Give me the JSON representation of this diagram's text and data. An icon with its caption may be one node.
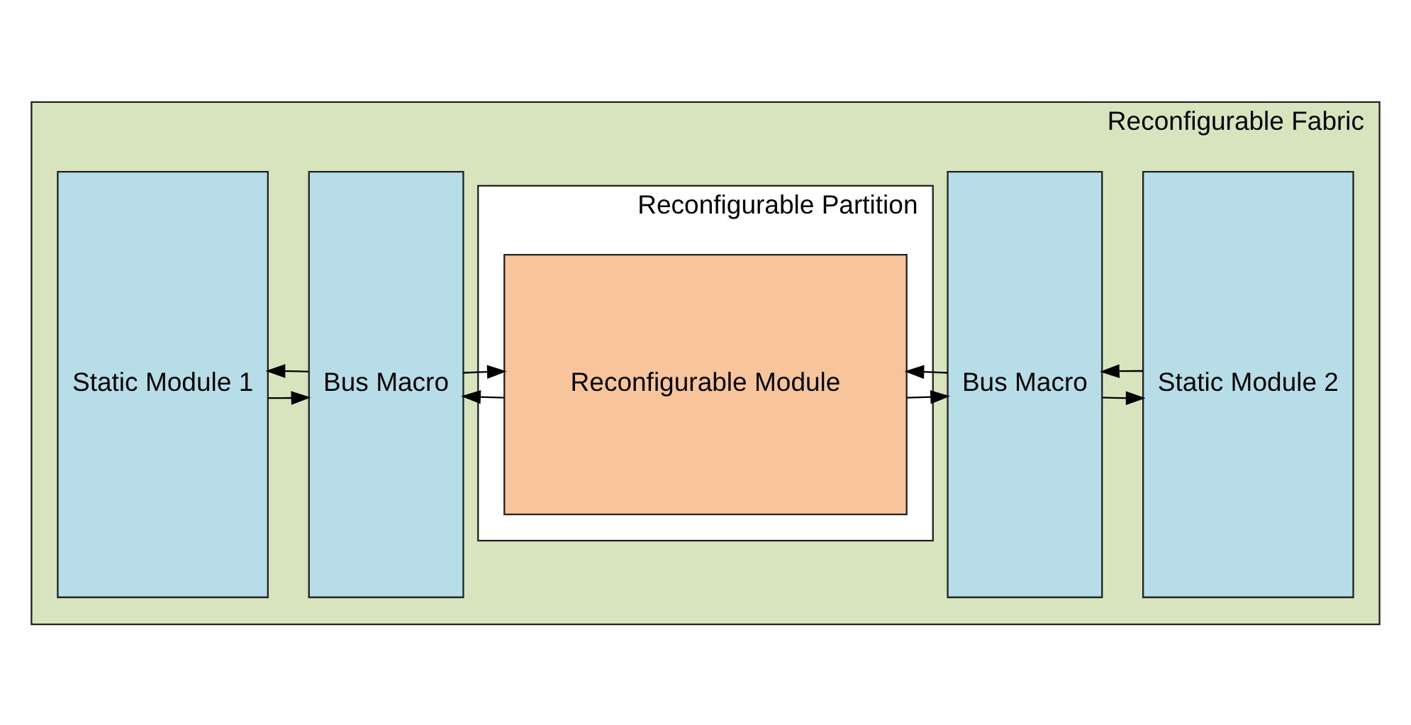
{
  "diagram": {
    "nodes": [
      {
        "text": [
          "Reconfigurable Fabric"
        ]
      },
      {
        "text": [
          "Static Module 1"
        ],
        "in": 0
      },
      {
        "text": [
          "Bus Macro"
        ],
        "in": 0
      },
      {
        "text": [
          "Reconfigurable Partition"
        ],
        "in": 0
      },
      {
        "text": [
          "Reconfigurable Module"
        ],
        "in": 3
      },
      {
        "text": [
          "Bus Macro"
        ],
        "in": 0
      },
      {
        "text": [
          "Static Module 2"
        ],
        "in": 0
      }
    ],
    "edges": [
      {
        "from": 1,
        "to": 2,
        "arrow": "to"
      },
      {
        "from": 2,
        "to": 1,
        "arrow": "to"
      },
      {
        "from": 4,
        "to": 2,
        "arrow": "to"
      },
      {
        "from": 2,
        "to": 4,
        "arrow": "to"
      },
      {
        "from": 4,
        "to": 5,
        "arrow": "to"
      },
      {
        "from": 5,
        "to": 4,
        "arrow": "to"
      },
      {
        "from": 6,
        "to": 5,
        "arrow": "to"
      },
      {
        "from": 5,
        "to": 6,
        "arrow": "to"
      }
    ]
  }
}
